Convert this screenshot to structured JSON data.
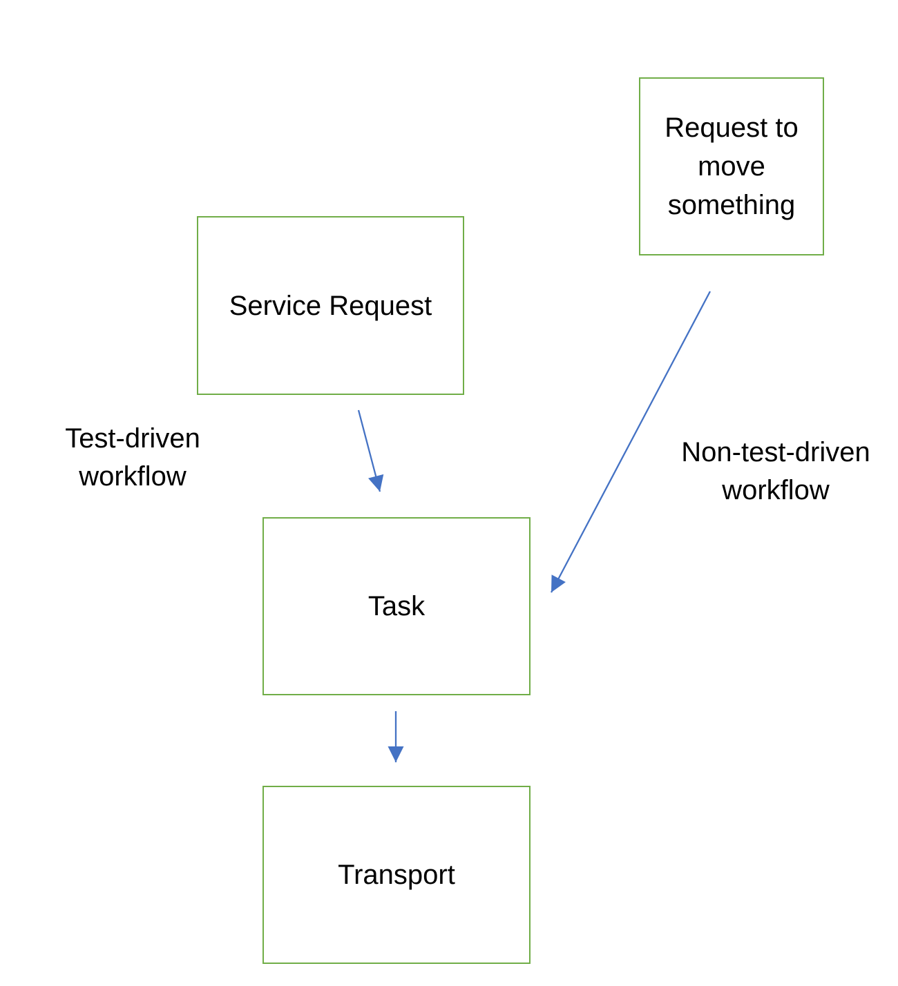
{
  "colors": {
    "box_border": "#70AD47",
    "arrow": "#4472C4",
    "text": "#000000",
    "background": "#FFFFFF"
  },
  "diagram": {
    "type": "flowchart",
    "boxes": {
      "request_to_move": {
        "label": "Request to\nmove\nsomething"
      },
      "service_request": {
        "label": "Service Request"
      },
      "task": {
        "label": "Task"
      },
      "transport": {
        "label": "Transport"
      }
    },
    "annotations": {
      "test_driven": {
        "label": "Test-driven\nworkflow"
      },
      "non_test_driven": {
        "label": "Non-test-driven\nworkflow"
      }
    },
    "edges": [
      {
        "from": "Service Request",
        "to": "Task",
        "workflow": "Test-driven workflow"
      },
      {
        "from": "Request to move something",
        "to": "Task",
        "workflow": "Non-test-driven workflow"
      },
      {
        "from": "Task",
        "to": "Transport",
        "workflow": ""
      }
    ]
  }
}
